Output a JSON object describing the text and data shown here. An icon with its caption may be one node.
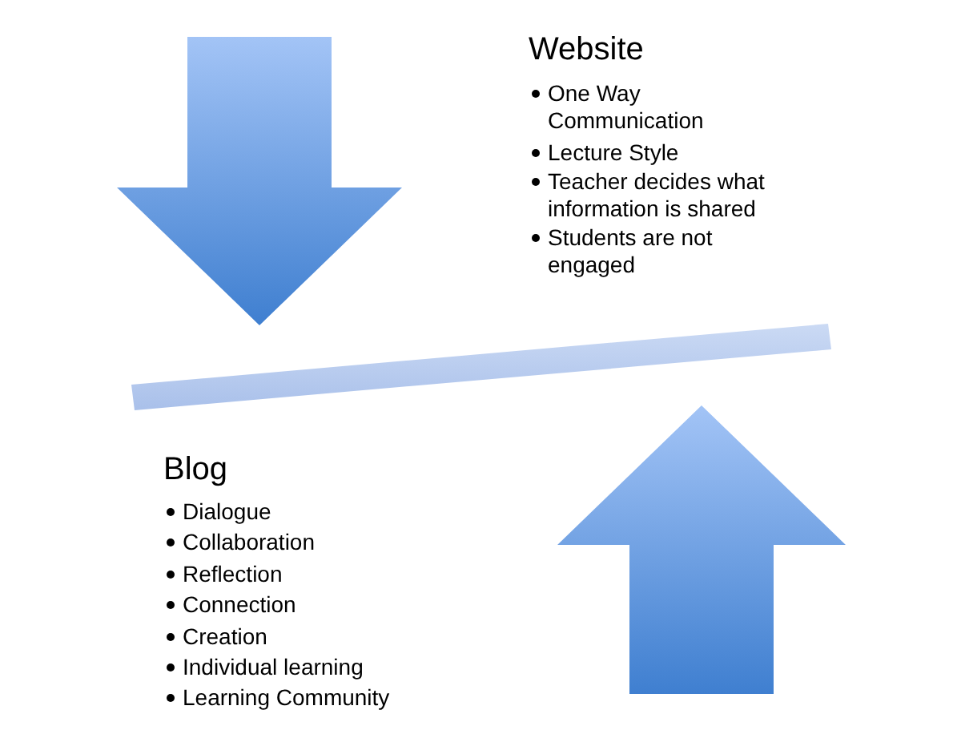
{
  "diagram": {
    "nodes": [
      {
        "text": [],
        "shape": "bar"
      }
    ],
    "labels": [
      "Website",
      "One Way Communication",
      "Lecture Style",
      "Teacher decides what information is shared",
      "Students are not engaged",
      "Blog",
      "Dialogue",
      "Collaboration",
      "Reflection",
      "Connection",
      "Creation",
      "Individual learning",
      "Learning Community"
    ]
  }
}
